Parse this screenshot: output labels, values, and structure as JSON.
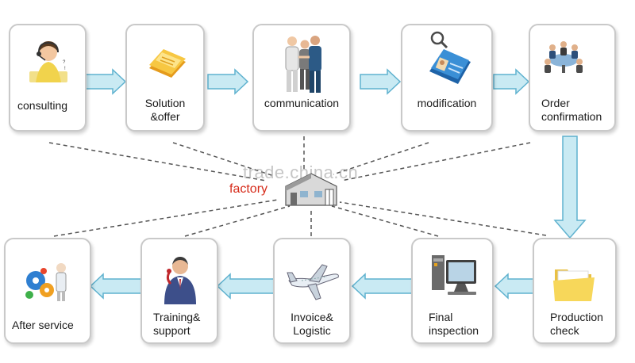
{
  "diagram": {
    "steps": [
      {
        "id": "consulting",
        "label": "consulting",
        "icon": "operator-headset-icon"
      },
      {
        "id": "solution",
        "label": "Solution\n&offer",
        "icon": "document-folder-icon"
      },
      {
        "id": "communication",
        "label": "communication",
        "icon": "business-people-icon"
      },
      {
        "id": "modification",
        "label": "modification",
        "icon": "id-card-magnifier-icon"
      },
      {
        "id": "order",
        "label": "Order\nconfirmation",
        "icon": "meeting-table-icon"
      },
      {
        "id": "production",
        "label": "Production\ncheck",
        "icon": "open-folder-icon"
      },
      {
        "id": "inspection",
        "label": "Final\ninspection",
        "icon": "computer-monitor-icon"
      },
      {
        "id": "invoice",
        "label": "Invoice&\nLogistic",
        "icon": "airplane-icon"
      },
      {
        "id": "training",
        "label": "Training&\nsupport",
        "icon": "support-agent-icon"
      },
      {
        "id": "after",
        "label": "After service",
        "icon": "service-gears-icon"
      }
    ],
    "hub": {
      "label": "factory",
      "icon": "factory-building-icon"
    },
    "watermark": "trade.china.cn",
    "colors": {
      "arrow_fill": "#c9eaf3",
      "arrow_stroke": "#5fb2cf",
      "box_border": "#c9c9c9",
      "hub_label": "#d62b1a",
      "connector": "#555555"
    }
  }
}
